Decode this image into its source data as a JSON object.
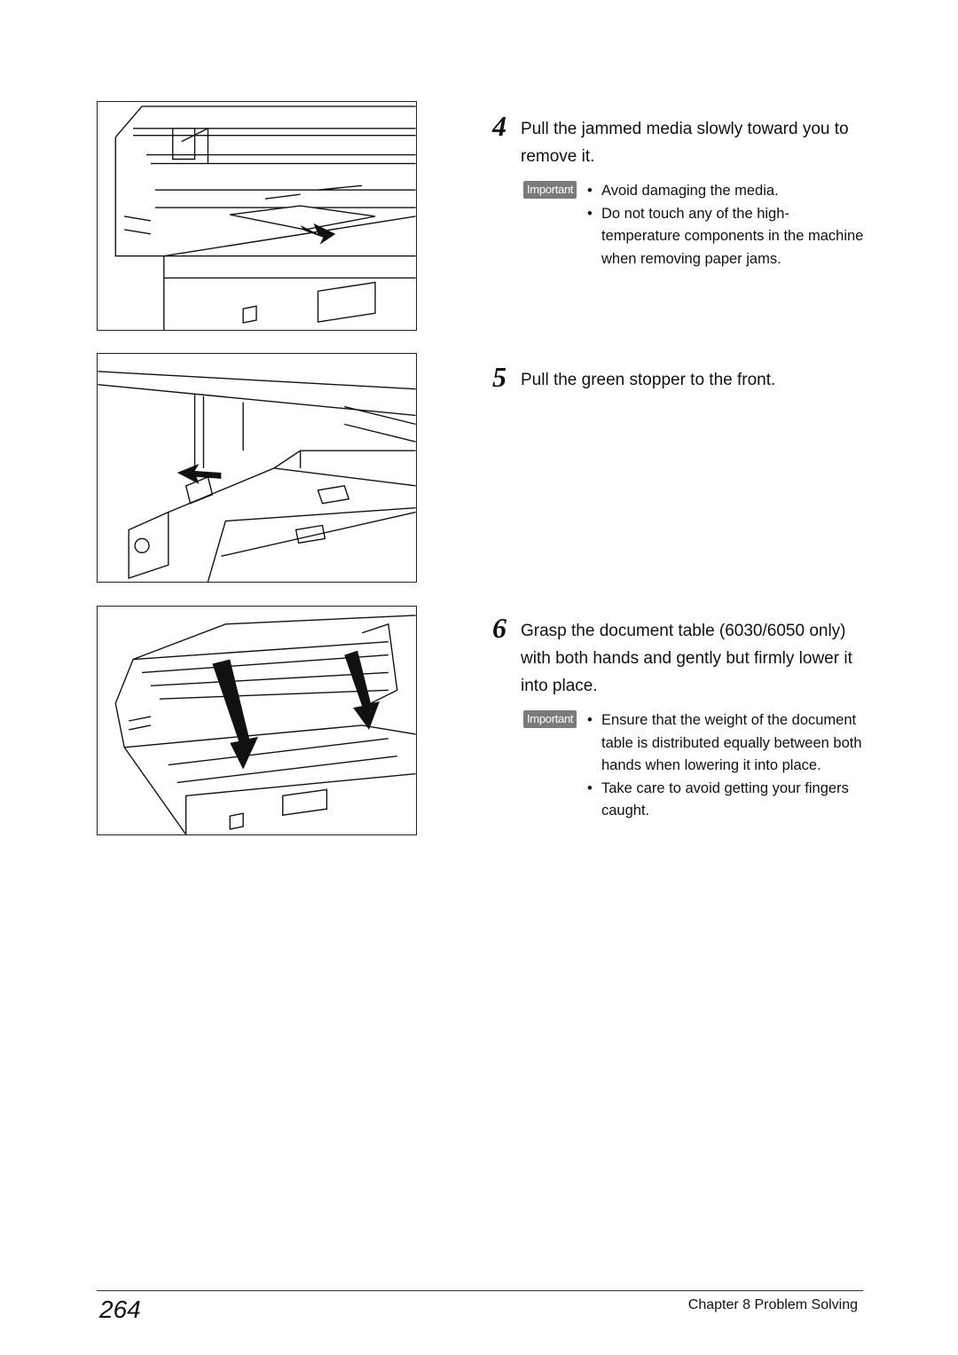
{
  "steps": [
    {
      "number": "4",
      "text": "Pull the jammed media slowly toward you to remove it."
    },
    {
      "number": "5",
      "text": "Pull the green stopper to the front."
    },
    {
      "number": "6",
      "text": "Grasp the document table (6030/6050 only) with both hands and gently but firmly lower it into place."
    }
  ],
  "important_label": "Important",
  "notes": {
    "step4": [
      "Avoid damaging the media.",
      "Do not touch any of the high-temperature components in the machine when removing paper jams."
    ],
    "step6": [
      "Ensure that the weight of the document table is distributed equally between both hands when lowering it into place.",
      "Take care to avoid getting your fingers caught."
    ]
  },
  "footer": {
    "page_number": "264",
    "chapter": "Chapter 8  Problem Solving"
  }
}
